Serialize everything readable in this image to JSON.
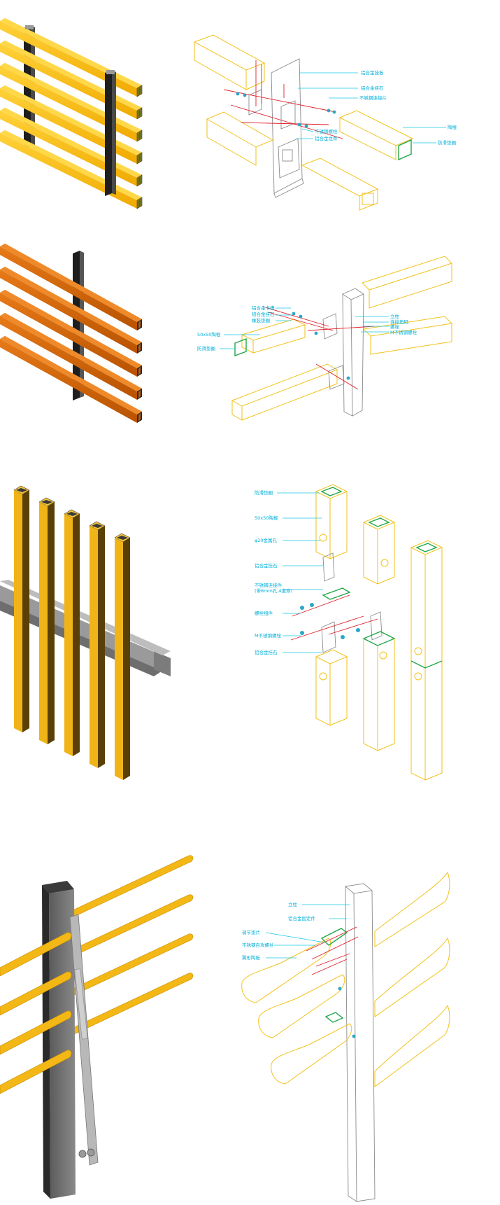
{
  "colors": {
    "yellow": "#f5b800",
    "yellow_dark": "#b98a00",
    "orange": "#d26408",
    "orange_dark": "#8e3f00",
    "gold": "#e8ad14",
    "steel": "#8d8d8d",
    "black": "#2a2a2a",
    "label": "#00b0d8",
    "leader": "#18c8e8",
    "axis": "#e0202a",
    "green": "#1fa84a"
  },
  "panels": [
    {
      "id": "p1",
      "labels": [
        "铝合金挂板",
        "铝合金挂石",
        "不锈钢连接片",
        "不锈钢螺栓",
        "铝合金龙骨",
        "陶棍",
        "防滑垫圈"
      ]
    },
    {
      "id": "p2",
      "labels": [
        "铝合金卡槽",
        "铝合金挂石",
        "橡胶垫圈",
        "立柱",
        "连接角码",
        "螺栓",
        "M不锈钢螺栓",
        "50x50陶棍",
        "防滑垫圈"
      ]
    },
    {
      "id": "p3",
      "labels": [
        "防滑垫圈",
        "50x50陶棍",
        "φ20金属孔",
        "铝合金挂石",
        "不锈钢连接件",
        "(带8mm孔,4道穿)",
        "螺栓组件",
        "M不锈钢螺栓",
        "铝合金挂石"
      ]
    },
    {
      "id": "p4",
      "labels": [
        "立柱",
        "铝合金固定件",
        "调节垫片",
        "不锈钢自攻螺丝",
        "翼形陶板"
      ]
    }
  ]
}
